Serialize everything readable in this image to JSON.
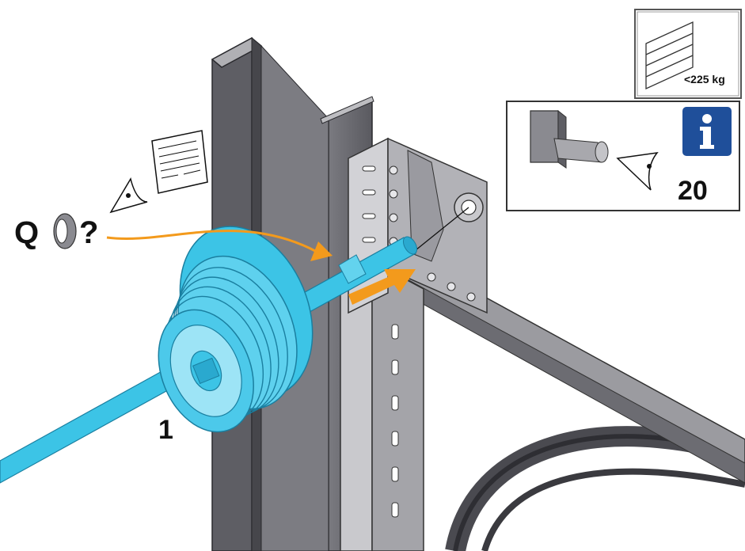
{
  "diagram": {
    "step_number": "1",
    "query_letter": "Q",
    "query_mark": "?",
    "weight_limit": "<225 kg",
    "info_number": "20"
  },
  "colors": {
    "part_cyan": "#3cc4e6",
    "part_cyan_dark": "#1e9fc4",
    "arrow_orange": "#f39a1c",
    "steel_dark": "#66666c",
    "steel_mid": "#8c8c92",
    "steel_light": "#c4c4c8",
    "info_blue": "#1f4f9a"
  }
}
